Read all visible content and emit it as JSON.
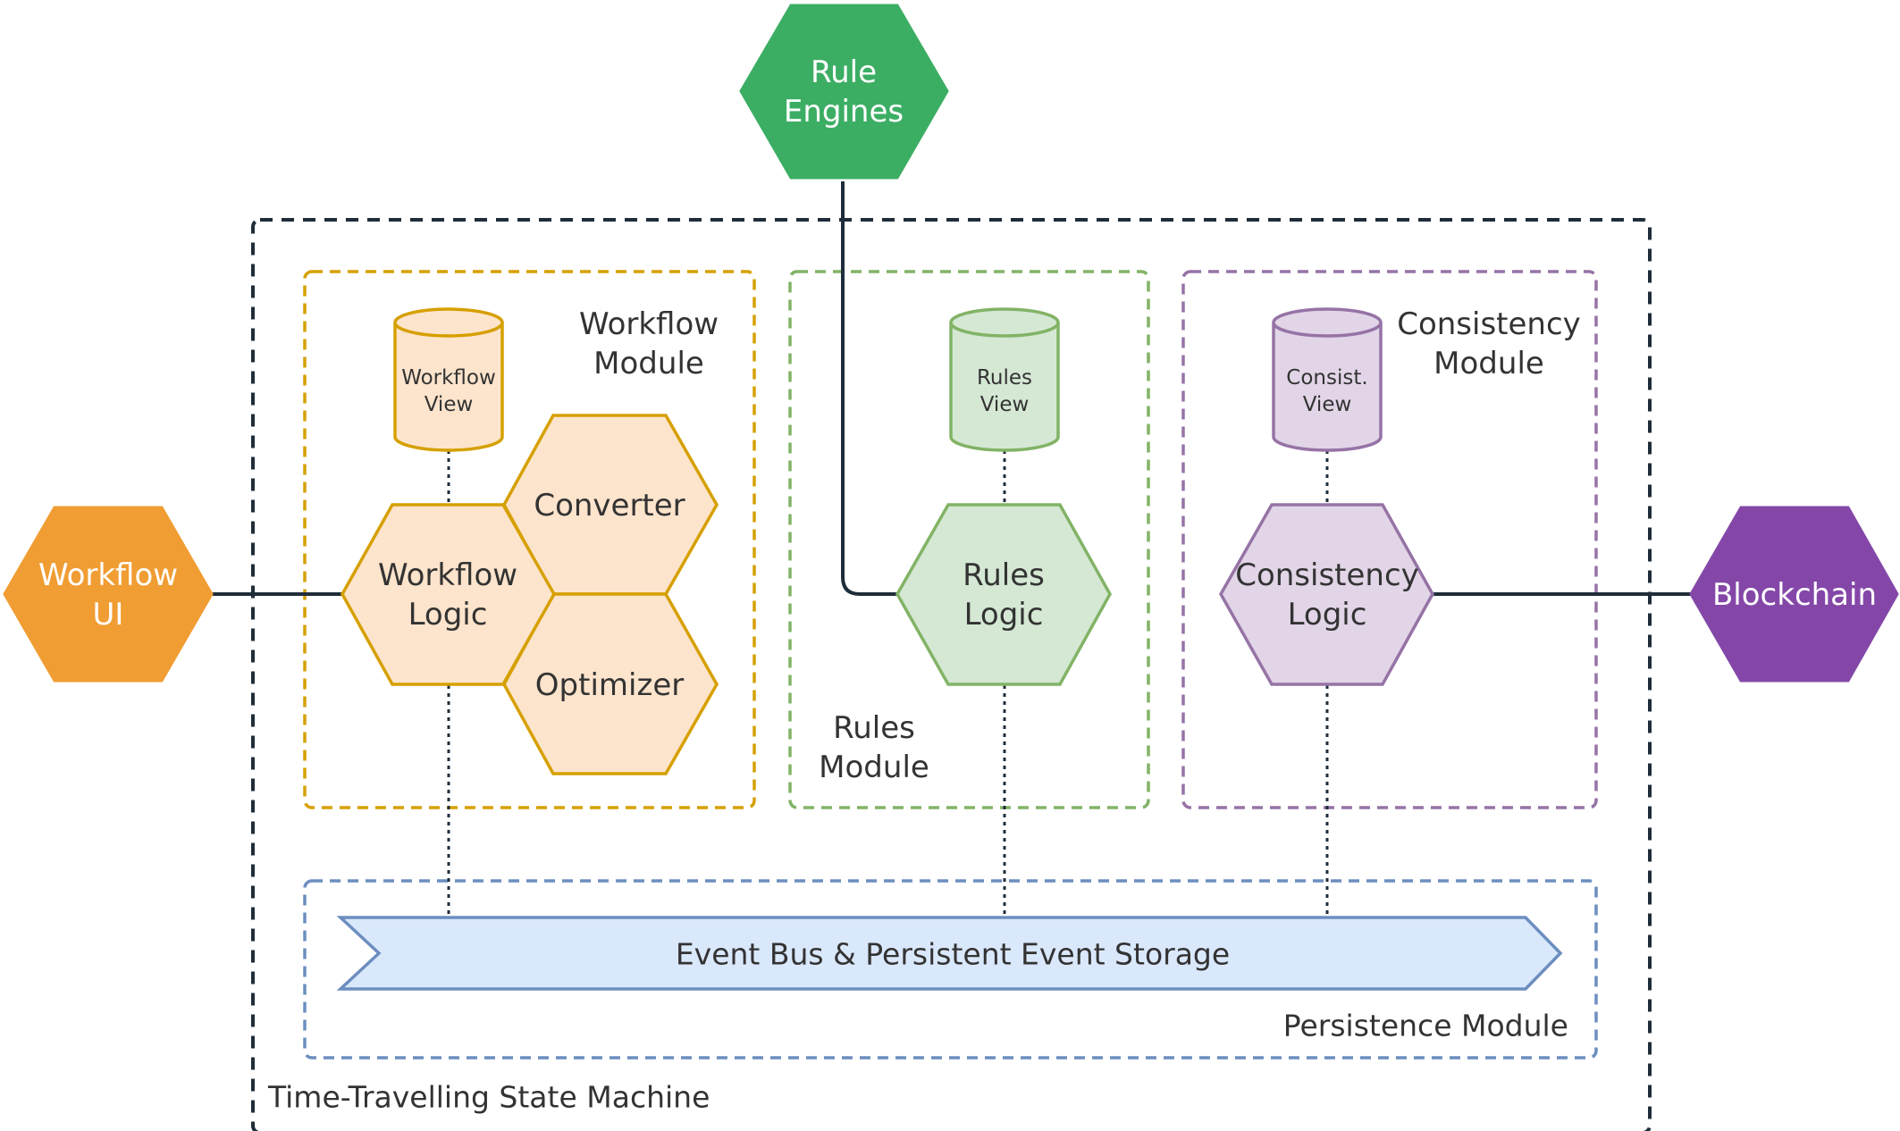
{
  "colors": {
    "line": "#1f2d3a",
    "workflow_fill": "#fde4cc",
    "workflow_stroke": "#d6a000",
    "workflow_ui_fill": "#f09d33",
    "rule_engines_fill": "#3cae64",
    "rules_fill": "#d5e8d4",
    "rules_stroke": "#82b366",
    "consistency_fill": "#e1d5e7",
    "consistency_stroke": "#9673a6",
    "blockchain_fill": "#8447a8",
    "bus_fill": "#dae8fc",
    "bus_stroke": "#6c8ebf",
    "text": "#333333"
  },
  "external": {
    "workflow_ui": [
      "Workflow",
      "UI"
    ],
    "rule_engines": [
      "Rule",
      "Engines"
    ],
    "blockchain": [
      "Blockchain"
    ]
  },
  "state_machine": {
    "label": "Time-Travelling State Machine"
  },
  "workflow_module": {
    "label": [
      "Workflow",
      "Module"
    ],
    "view": [
      "Workflow",
      "View"
    ],
    "logic": [
      "Workflow",
      "Logic"
    ],
    "converter": [
      "Converter"
    ],
    "optimizer": [
      "Optimizer"
    ]
  },
  "rules_module": {
    "label": [
      "Rules",
      "Module"
    ],
    "view": [
      "Rules",
      "View"
    ],
    "logic": [
      "Rules",
      "Logic"
    ]
  },
  "consistency_module": {
    "label": [
      "Consistency",
      "Module"
    ],
    "view": [
      "Consist.",
      "View"
    ],
    "logic": [
      "Consistency",
      "Logic"
    ]
  },
  "persistence_module": {
    "label": "Persistence Module",
    "bus": "Event Bus & Persistent Event Storage"
  }
}
